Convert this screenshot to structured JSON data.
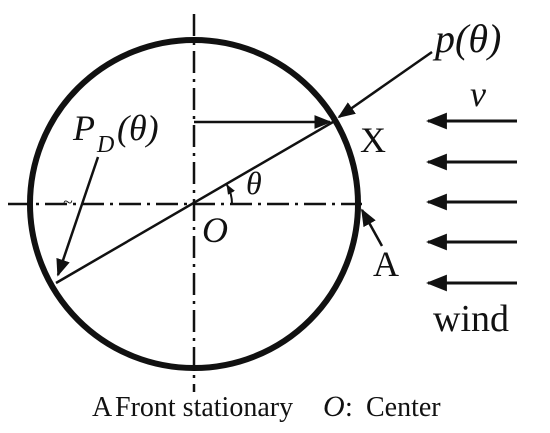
{
  "labels": {
    "p_theta": "p(θ)",
    "pd_P": "P",
    "pd_sub": "D",
    "pd_arg": "(θ)",
    "X": "X",
    "v": "v",
    "theta": "θ",
    "O": "O",
    "A": "A",
    "wind": "wind",
    "tilde": "~"
  },
  "caption": {
    "a_letter": "A",
    "a_text": "Front stationary",
    "o_letter": "O",
    "o_colon": ":",
    "o_text": "Center"
  },
  "colors": {
    "stroke": "#111111",
    "background": "#ffffff"
  }
}
